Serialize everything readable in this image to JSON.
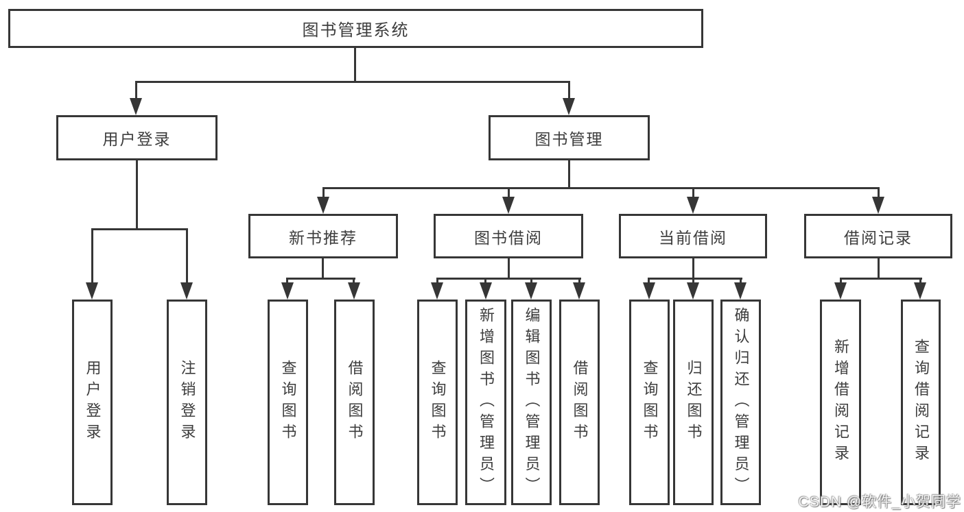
{
  "tree": {
    "root": "图书管理系统",
    "children": [
      {
        "label": "用户登录",
        "children": [
          "用户登录",
          "注销登录"
        ]
      },
      {
        "label": "图书管理",
        "children": [
          {
            "label": "新书推荐",
            "children": [
              "查询图书",
              "借阅图书"
            ]
          },
          {
            "label": "图书借阅",
            "children": [
              "查询图书",
              "新增图书（管理员）",
              "编辑图书（管理员）",
              "借阅图书"
            ]
          },
          {
            "label": "当前借阅",
            "children": [
              "查询图书",
              "归还图书",
              "确认归还（管理员）"
            ]
          },
          {
            "label": "借阅记录",
            "children": [
              "新增借阅记录",
              "查询借阅记录"
            ]
          }
        ]
      }
    ]
  },
  "watermark": {
    "text": "CSDN @软件_小贺同学"
  },
  "colors": {
    "line": "#363636",
    "text": "#3d3d3d",
    "background": "#ffffff"
  }
}
